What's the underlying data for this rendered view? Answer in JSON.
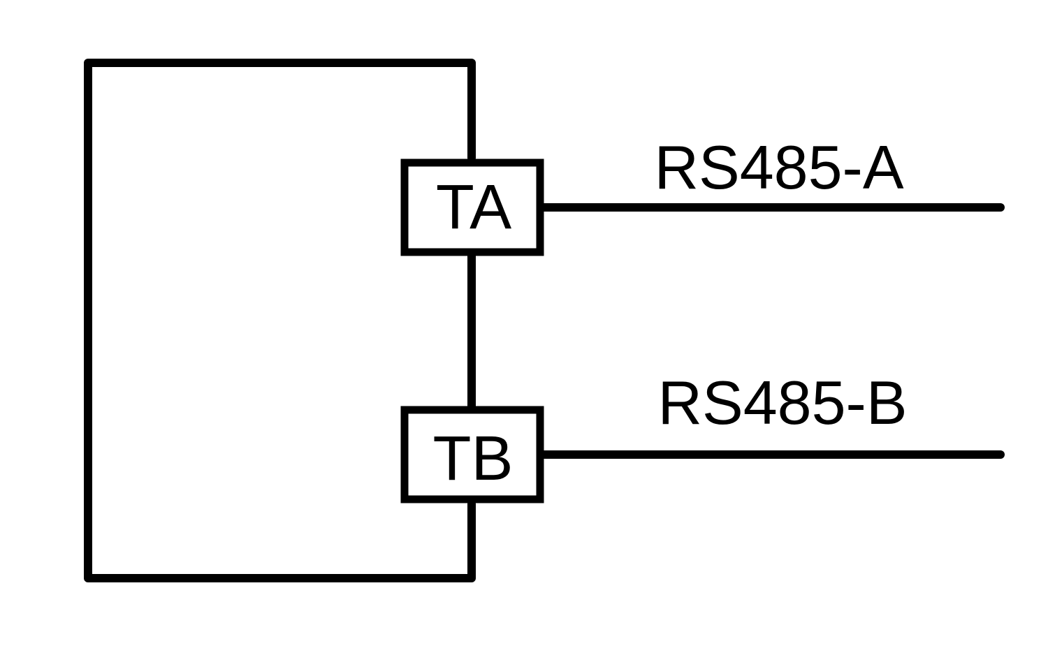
{
  "diagram": {
    "terminals": [
      {
        "id": "ta",
        "label": "TA"
      },
      {
        "id": "tb",
        "label": "TB"
      }
    ],
    "lines": [
      {
        "id": "rs485-a",
        "label": "RS485-A"
      },
      {
        "id": "rs485-b",
        "label": "RS485-B"
      }
    ],
    "colors": {
      "stroke": "#000000",
      "background": "#ffffff"
    }
  }
}
